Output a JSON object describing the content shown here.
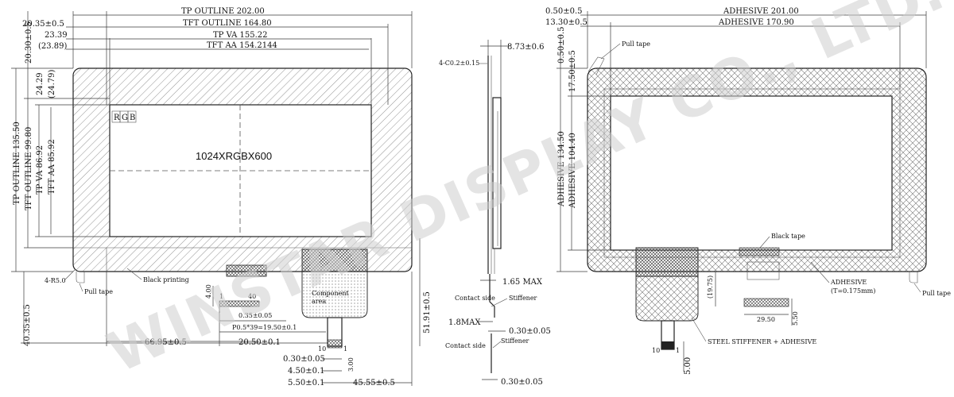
{
  "watermark": "WINSTAR DISPLAY CO., LTD.",
  "left_view": {
    "top_dims": {
      "tp_outline": "TP OUTLINE 202.00",
      "tft_outline": "TFT OUTLINE 164.80",
      "tp_va": "TP VA 155.22",
      "tft_aa": "TFT AA 154.2144",
      "off1": "20.35±0.5",
      "off2": "23.39",
      "off3": "(23.89)"
    },
    "left_dims": {
      "tp_outline": "TP OUTLINE 135.50",
      "tft_outline": "TFT OUTLINE 99.80",
      "tp_va": "TP VA 86.92",
      "tft_aa": "TFT AA 85.92",
      "off1": "20.30±0.5",
      "off2": "24.29",
      "off3": "(24.79)",
      "bottom": "40.35±0.5"
    },
    "pixel_labels": [
      "R",
      "G",
      "B"
    ],
    "resolution": "1024XRGBX600",
    "callouts": {
      "radius": "4-R5.0",
      "pull_tape": "Pull tape",
      "black_printing": "Black printing",
      "component_area": "Component\narea",
      "pin1": "1",
      "pin40": "40",
      "h400": "4.00",
      "pitch1": "0.35±0.05",
      "pitch2": "P0.5*39=19.50±0.1",
      "pin10": "10",
      "pin1b": "1",
      "h300": "3.00"
    },
    "bottom_dims": {
      "d1": "66.95±0.5",
      "d2": "20.50±0.1",
      "d3": "51.91±0.5",
      "d4": "0.30±0.05",
      "d5": "4.50±0.1",
      "d6": "5.50±0.1",
      "d7": "45.55±0.5"
    }
  },
  "side_view": {
    "chamfer": "4-C0.2±0.15",
    "thickness": "8.73±0.6",
    "max1": "1.65 MAX",
    "contact_side1": "Contact side",
    "stiffener1": "Stiffener",
    "max2": "1.8MAX",
    "d_030a": "0.30±0.05",
    "contact_side2": "Contact side",
    "stiffener2": "Stiffener",
    "d_030b": "0.30±0.05"
  },
  "right_view": {
    "top_dims": {
      "off1": "0.50±0.5",
      "off2": "13.30±0.5",
      "adhesive_total": "ADHESIVE 201.00",
      "adhesive_inner": "ADHESIVE 170.90"
    },
    "left_dims": {
      "off1": "0.50±0.5",
      "off2": "17.50±0.5",
      "adhesive_total": "ADHESIVE 134.50",
      "adhesive_inner": "ADHESIVE 104.40"
    },
    "callouts": {
      "pull_tape_top": "Pull tape",
      "black_tape": "Black tape",
      "adhesive": "ADHESIVE",
      "adhesive_t": "(T=0.175mm)",
      "pull_tape_right": "Pull tape",
      "dim_1975": "(19.75)",
      "dim_2950": "29.50",
      "dim_550": "5.50",
      "steel": "STEEL STIFFENER + ADHESIVE",
      "dim_500": "5.00",
      "pin10": "10",
      "pin1": "1"
    }
  }
}
